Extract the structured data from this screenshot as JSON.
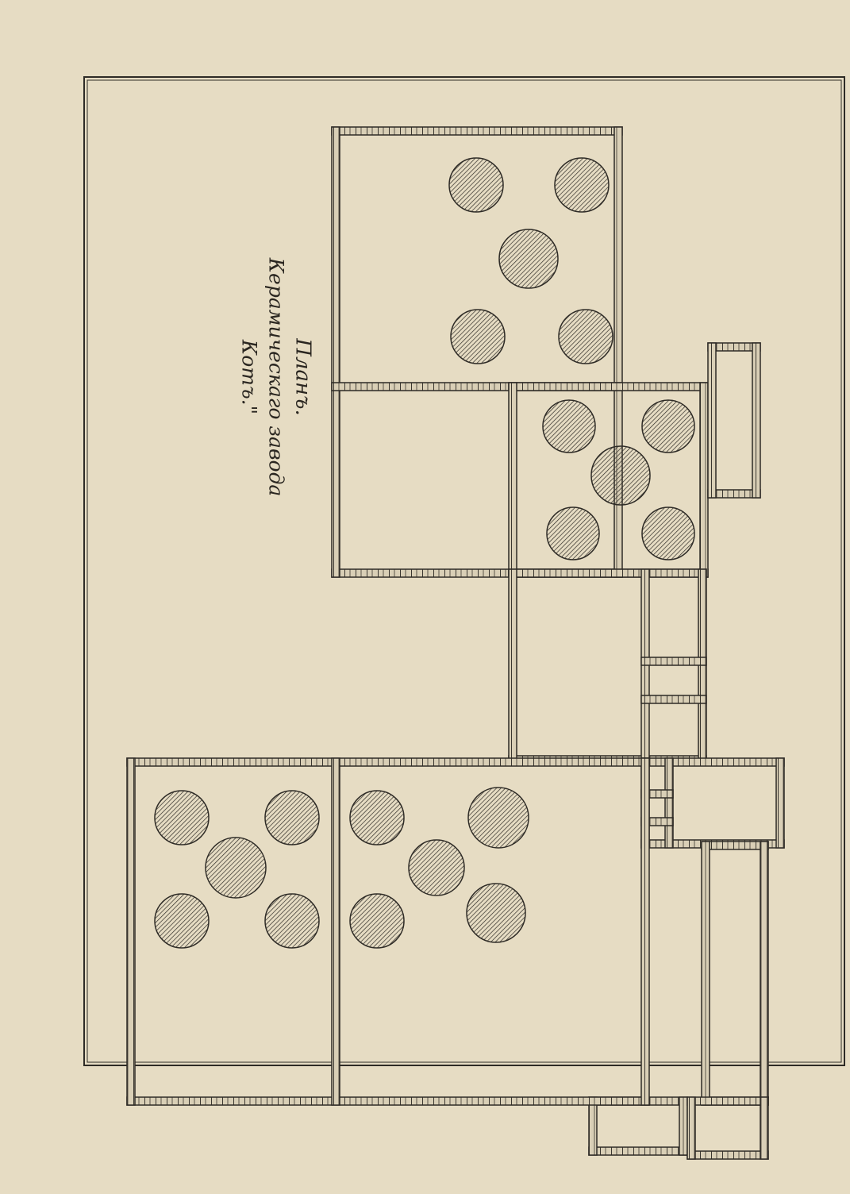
{
  "plan": {
    "title": "Планъ.",
    "subtitle_line1": "Керамическаго завода",
    "subtitle_line2": "Котъ.\""
  },
  "colors": {
    "paper": "#e6dcc3",
    "ink": "#2e2b26",
    "wall_fill": "#d2c7ad"
  }
}
